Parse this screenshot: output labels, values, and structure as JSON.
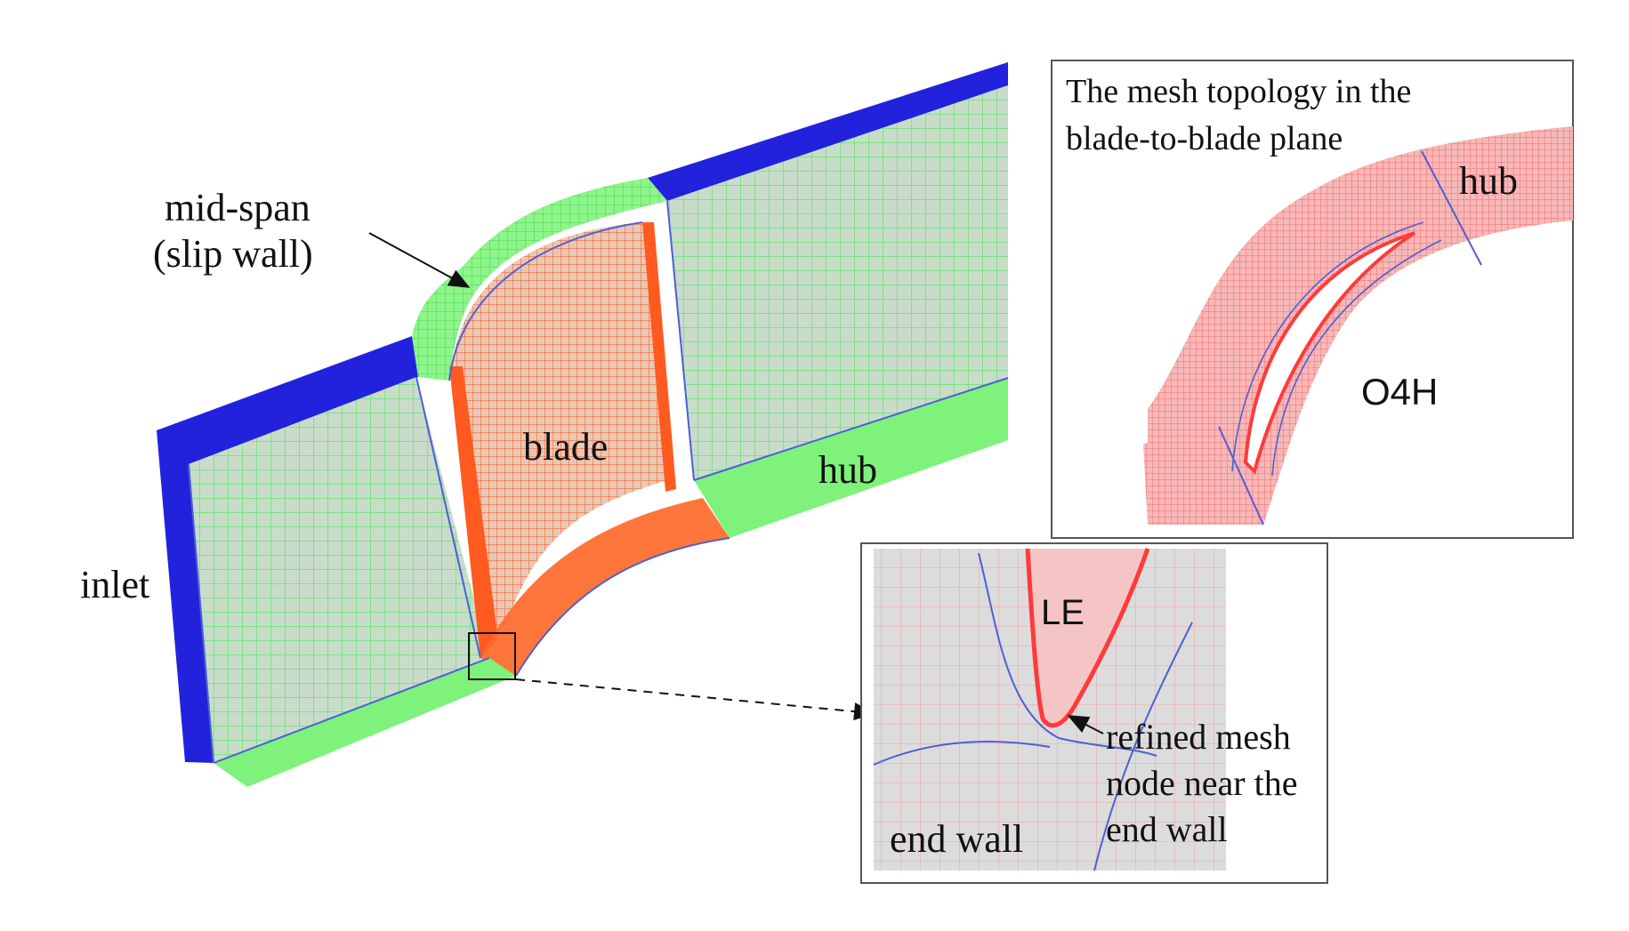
{
  "colors": {
    "inlet": "#2222dd",
    "mesh_green": "#7ef27a",
    "grid_face": "#c9dcca",
    "blade": "#ff5a1f",
    "mesh_red": "#f07f7f",
    "block_line": "#4d5fd6",
    "inset_bg": "#d9d9d9",
    "frame": "#555555"
  },
  "labels": {
    "mid_span_line1": "mid-span",
    "mid_span_line2": "(slip wall)",
    "blade": "blade",
    "hub": "hub",
    "inlet": "inlet"
  },
  "inset_topology": {
    "title_line1": "The mesh topology in the",
    "title_line2": "blade-to-blade plane",
    "hub": "hub",
    "topology_name": "O4H"
  },
  "inset_zoom": {
    "le": "LE",
    "annotation_line1": "refined mesh",
    "annotation_line2": "node near the",
    "annotation_line3": "end wall",
    "end_wall": "end wall"
  }
}
